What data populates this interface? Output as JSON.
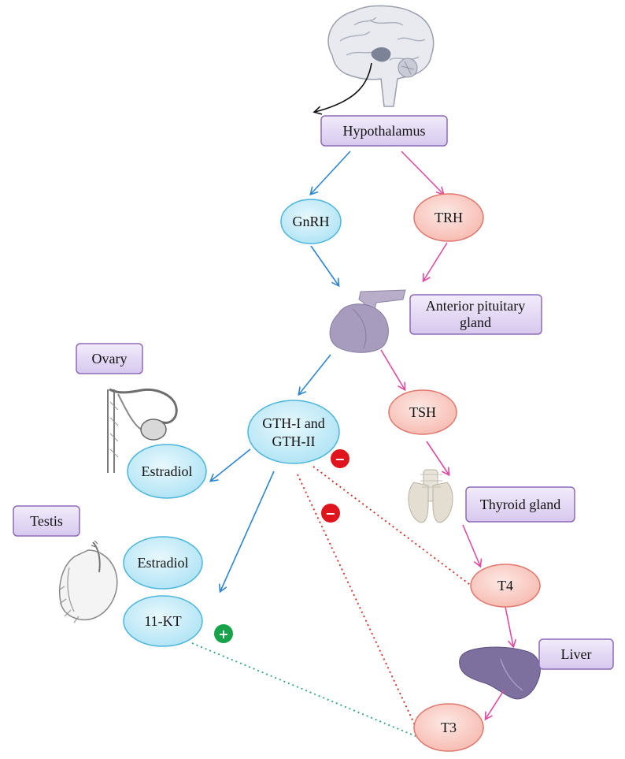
{
  "labels": {
    "hypothalamus": "Hypothalamus",
    "gnrh": "GnRH",
    "trh": "TRH",
    "anterior_pituitary_line1": "Anterior pituitary",
    "anterior_pituitary_line2": "gland",
    "ovary": "Ovary",
    "gth_line1": "GTH-I and",
    "gth_line2": "GTH-II",
    "tsh": "TSH",
    "estradiol_ovary": "Estradiol",
    "testis": "Testis",
    "estradiol_testis": "Estradiol",
    "eleven_kt": "11-KT",
    "thyroid_gland": "Thyroid gland",
    "t4": "T4",
    "liver": "Liver",
    "t3": "T3"
  },
  "signs": {
    "minus_1": "−",
    "minus_2": "−",
    "plus": "+"
  },
  "colors": {
    "box_fill": "#e4d9f5",
    "box_stroke": "#8e6bb8",
    "blue_fill": "#c5ecf8",
    "blue_stroke": "#4bb5dc",
    "pink_fill": "#fbd3cd",
    "pink_stroke": "#e0776d",
    "blue_arrow": "#2e86d0",
    "pink_arrow": "#e04aa0",
    "negative": "#e0141c",
    "positive": "#16a34a",
    "red_dotted": "#d9251c",
    "green_dotted": "#2ba37c"
  },
  "icons": [
    "brain-icon",
    "pituitary-gland-icon",
    "ovary-icon",
    "testis-icon",
    "thyroid-gland-icon",
    "liver-icon"
  ]
}
